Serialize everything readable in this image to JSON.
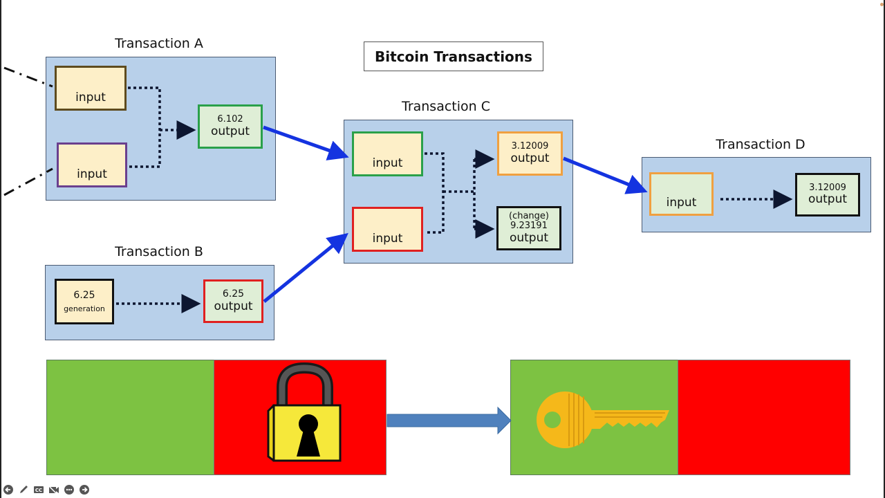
{
  "title": "Bitcoin Transactions",
  "transactions": {
    "a": {
      "title": "Transaction A",
      "inputs": [
        {
          "label": "input"
        },
        {
          "label": "input"
        }
      ],
      "output": {
        "amount": "6.102",
        "label": "output"
      }
    },
    "b": {
      "title": "Transaction B",
      "generation": {
        "amount": "6.25",
        "label": "generation"
      },
      "output": {
        "amount": "6.25",
        "label": "output"
      }
    },
    "c": {
      "title": "Transaction C",
      "inputs": [
        {
          "label": "input"
        },
        {
          "label": "input"
        }
      ],
      "outputs": [
        {
          "amount": "3.12009",
          "label": "output"
        },
        {
          "note": "(change)",
          "amount": "9.23191",
          "label": "output"
        }
      ]
    },
    "d": {
      "title": "Transaction D",
      "input": {
        "label": "input"
      },
      "output": {
        "amount": "3.12009",
        "label": "output"
      }
    }
  },
  "colors": {
    "tx_box": "#b8d0ea",
    "link_arrow": "#1433e0",
    "lock_panel_left": "#7dc242",
    "lock_panel_right": "#ff0000",
    "block_arrow": "#4f81bd"
  },
  "bottom": {
    "left_panel": {
      "icon": "padlock-icon"
    },
    "right_panel": {
      "icon": "key-icon"
    }
  },
  "player_controls": [
    {
      "name": "previous-slide",
      "icon": "arrow-left-circle-icon"
    },
    {
      "name": "pen",
      "icon": "pencil-icon"
    },
    {
      "name": "captions",
      "icon": "cc-icon"
    },
    {
      "name": "camera-off",
      "icon": "video-off-icon"
    },
    {
      "name": "more",
      "icon": "more-icon"
    },
    {
      "name": "next-slide",
      "icon": "arrow-right-circle-icon"
    }
  ]
}
